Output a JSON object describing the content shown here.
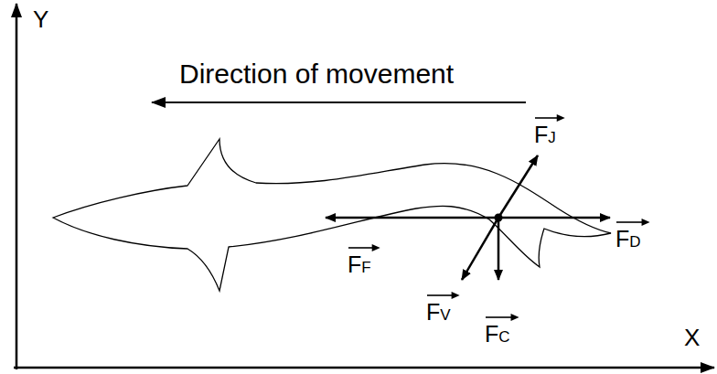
{
  "diagram": {
    "labels": [
      "Y",
      "Direction of movement",
      "FJ",
      "FD",
      "FF",
      "FV",
      "FC",
      "X"
    ]
  }
}
